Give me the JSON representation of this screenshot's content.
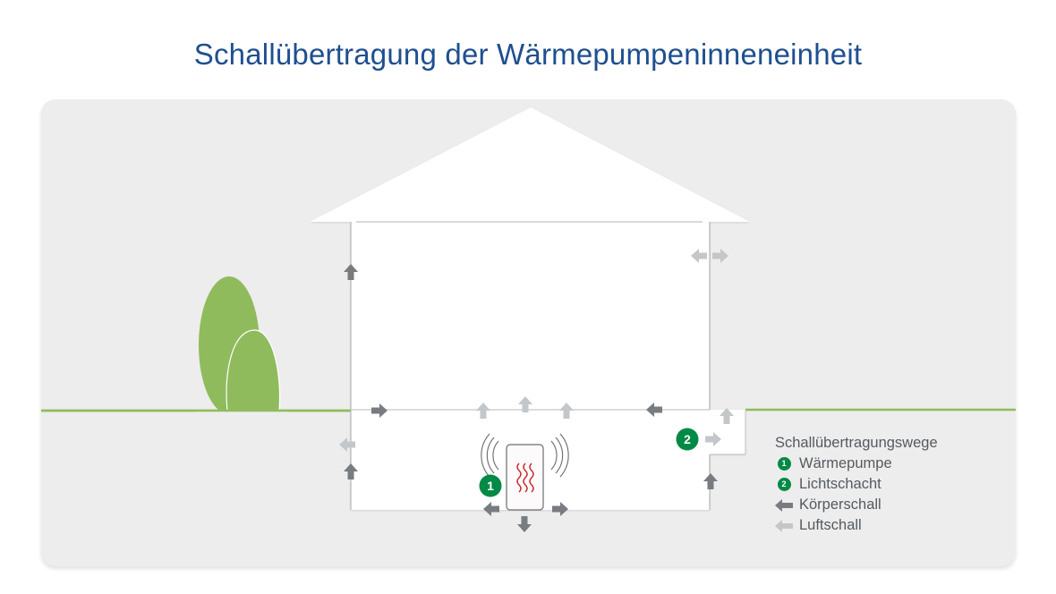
{
  "title": "Schallübertragung der Wärmepumpeninneneinheit",
  "colors": {
    "title": "#1f4f8f",
    "panel_bg": "#ededed",
    "ground_line": "#8fbb5d",
    "tree": "#8fbb5d",
    "badge": "#008a45",
    "koerperschall_arrow": "#787c80",
    "luftschall_arrow": "#c3c7ca",
    "heat_waves": "#c8232c",
    "house_outline": "#b9b9b9"
  },
  "diagram": {
    "badges": [
      {
        "number": "1",
        "label": "Wärmepumpe"
      },
      {
        "number": "2",
        "label": "Lichtschacht"
      }
    ]
  },
  "legend": {
    "heading": "Schallübertragungswege",
    "items": [
      {
        "type": "badge",
        "number": "1",
        "label": "Wärmepumpe"
      },
      {
        "type": "badge",
        "number": "2",
        "label": "Lichtschacht"
      },
      {
        "type": "arrow-dark",
        "icon": "dark-arrow-left-icon",
        "label": "Körperschall"
      },
      {
        "type": "arrow-light",
        "icon": "light-arrow-left-icon",
        "label": "Luftschall"
      }
    ]
  }
}
